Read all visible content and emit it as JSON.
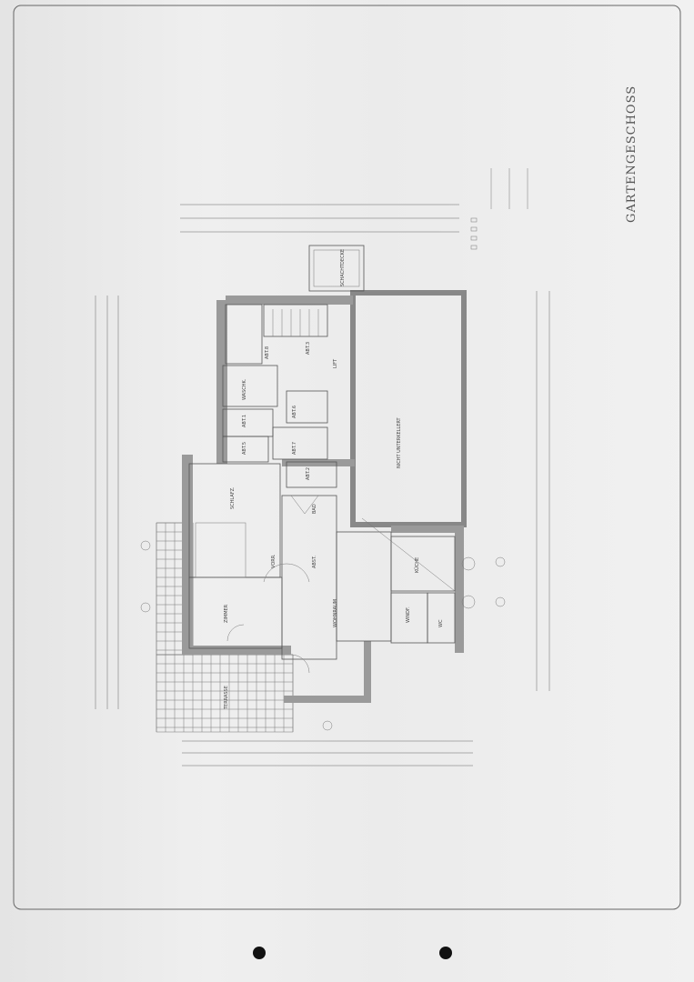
{
  "title": "GARTENGESCHOSS",
  "rooms": {
    "schlafzimmer": "SCHLAFZ.",
    "bad": "BAD",
    "vorraum": "VORR.",
    "abstellraum": "ABST.",
    "zimmer": "ZIMMER",
    "wohnraum": "WOHNRAUM",
    "kueche": "KÜCHE",
    "windfang": "WINDF.",
    "wc": "WC",
    "waschkueche": "WASCHK.",
    "abt1": "ABT.1",
    "abt2": "ABT.2",
    "abt3": "ABT.3",
    "abt5": "ABT.5",
    "abt6": "ABT.6",
    "abt7": "ABT.7",
    "abt8": "ABT.8",
    "lift": "LIFT",
    "nicht_unterkellert": "NICHT UNTERKELLERT",
    "terrasse": "TERRASSE",
    "schachtdecke": "SCHACHTDECKE"
  },
  "colors": {
    "paper": "#ebebeb",
    "ink": "#555555",
    "wall": "#9a9a9a"
  }
}
